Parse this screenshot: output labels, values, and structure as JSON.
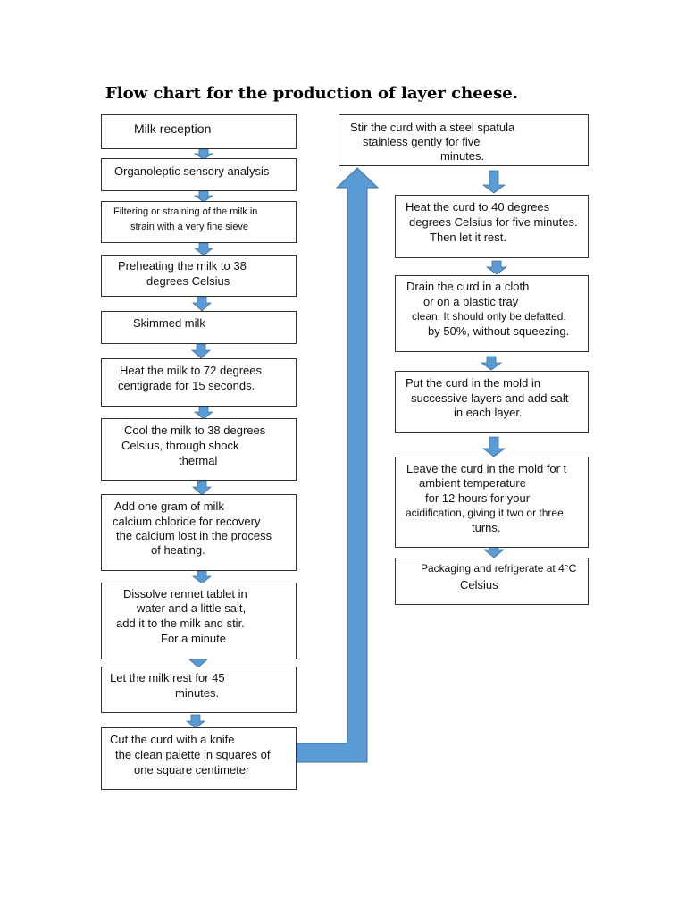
{
  "title": "Flow chart for the production of layer cheese.",
  "colors": {
    "arrow": "#5b9bd5",
    "arrow_stroke": "#41719c",
    "box_border": "#333333"
  },
  "left_steps": [
    {
      "lines": [
        "Milk reception"
      ]
    },
    {
      "lines": [
        "Organoleptic sensory analysis"
      ]
    },
    {
      "lines": [
        "Filtering or straining of the milk in",
        "strain with a very fine sieve"
      ]
    },
    {
      "lines": [
        "Preheating the milk to 38",
        "degrees Celsius"
      ]
    },
    {
      "lines": [
        "Skimmed milk"
      ]
    },
    {
      "lines": [
        "Heat the milk to 72 degrees",
        "centigrade for 15 seconds."
      ]
    },
    {
      "lines": [
        "Cool the milk to 38 degrees",
        "Celsius, through shock",
        "thermal"
      ]
    },
    {
      "lines": [
        "Add one gram of milk",
        "calcium chloride for recovery",
        "the calcium lost in the process",
        "of heating."
      ]
    },
    {
      "lines": [
        "Dissolve rennet tablet in",
        "water and a little salt,",
        "add it to the milk and stir.",
        "For a minute"
      ]
    },
    {
      "lines": [
        "Let the milk rest for 45",
        "minutes."
      ]
    },
    {
      "lines": [
        "Cut the curd with a knife",
        "the clean palette in squares of",
        "one square centimeter"
      ]
    }
  ],
  "right_steps": [
    {
      "lines": [
        "Stir the curd with a steel spatula",
        "stainless gently for five",
        "minutes."
      ]
    },
    {
      "lines": [
        "Heat the curd to 40 degrees",
        "degrees Celsius for five minutes.",
        "Then let it rest."
      ]
    },
    {
      "lines": [
        "Drain the curd in a cloth",
        "or on a plastic tray",
        "clean. It should only be defatted.",
        "by 50%, without squeezing."
      ]
    },
    {
      "lines": [
        "Put the curd in the mold in",
        "successive layers and add salt",
        "in each layer."
      ]
    },
    {
      "lines": [
        "Leave the curd in the mold for t",
        "ambient temperature",
        "for 12 hours for your",
        "acidification, giving it two or three",
        "turns."
      ]
    },
    {
      "lines": [
        "Packaging and refrigerate at 4°C",
        "Celsius"
      ]
    }
  ]
}
